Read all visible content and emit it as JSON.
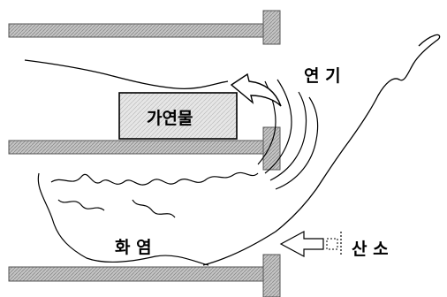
{
  "labels": {
    "smoke": "연 기",
    "fuel": "가연물",
    "flame": "화 염",
    "oxygen": "산 소"
  },
  "colors": {
    "shelf_fill": "#bdbdbd",
    "shelf_stroke": "#555555",
    "fuel_fill": "#e2e2e2",
    "line": "#000000",
    "arrow_fill": "#ffffff"
  },
  "icons": {
    "oxygen_arrow": "left-arrow-icon",
    "smoke_arrow": "curved-arrow-icon"
  }
}
